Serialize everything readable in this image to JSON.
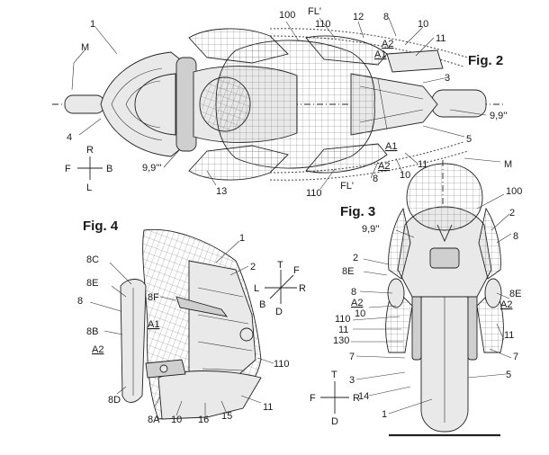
{
  "figures": {
    "fig2": {
      "title": "Fig. 2",
      "labels": [
        "1",
        "100",
        "FL'",
        "110",
        "12",
        "8",
        "10",
        "A2",
        "11",
        "A1",
        "3",
        "M",
        "4",
        "9,9'''",
        "9,9''",
        "5",
        "8",
        "10",
        "11",
        "A2",
        "A1",
        "13",
        "110",
        "FL'",
        "R",
        "F",
        "B",
        "L"
      ]
    },
    "fig3": {
      "title": "Fig. 3",
      "labels": [
        "M",
        "100",
        "2",
        "9,9''",
        "8",
        "2",
        "8E",
        "8",
        "A2",
        "10",
        "110",
        "11",
        "130",
        "7",
        "3",
        "14",
        "1",
        "8E",
        "A2",
        "11",
        "7",
        "5",
        "T",
        "F",
        "R",
        "D"
      ]
    },
    "fig4": {
      "title": "Fig. 4",
      "labels": [
        "1",
        "2",
        "8C",
        "8E",
        "8F",
        "8",
        "8B",
        "A1",
        "A2",
        "8D",
        "8A",
        "10",
        "16",
        "15",
        "11",
        "110",
        "T",
        "F",
        "L",
        "R",
        "B",
        "D"
      ]
    }
  }
}
